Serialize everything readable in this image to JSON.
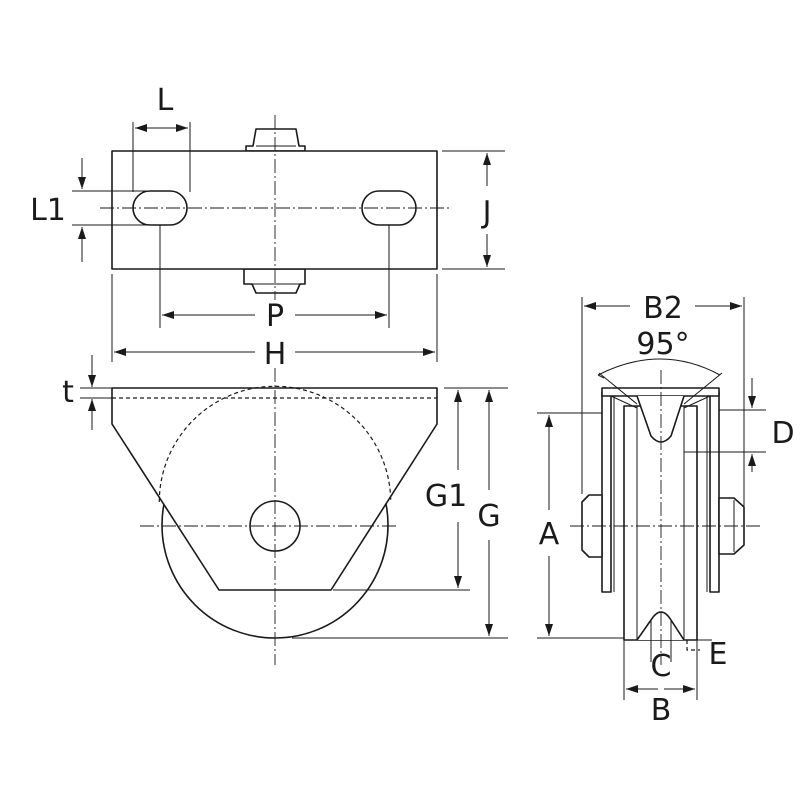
{
  "labels": {
    "L": "L",
    "L1": "L1",
    "J": "J",
    "P": "P",
    "H": "H",
    "t": "t",
    "G1": "G1",
    "G": "G",
    "B2": "B2",
    "angle": "95°",
    "D": "D",
    "A": "A",
    "C": "C",
    "E": "E",
    "B": "B"
  }
}
